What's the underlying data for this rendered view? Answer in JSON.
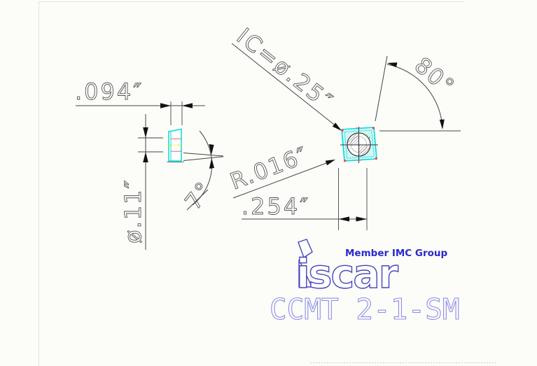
{
  "title": "CCMT 2-1-SM",
  "brand": {
    "logo_text": "iscar",
    "membership_label": "Member IMC Group"
  },
  "dims": {
    "thickness": ".094″",
    "hole_diameter": "ø.11″",
    "clearance_angle": "7°",
    "corner_radius": "R.016″",
    "inscribed_circle": "IC=ø.25″",
    "cutting_edge_length": ".254″",
    "included_angle": "80°"
  },
  "colors": {
    "background": "#fcfcf9",
    "insert": "#00dcdc",
    "hole_hidden_line": "#ff5c5c",
    "centerline": "#e3e300",
    "dimension_text": "#555555",
    "logo_outline": "#4646be",
    "membership_text": "#2a2acc",
    "title_text": "#8d8deb"
  }
}
